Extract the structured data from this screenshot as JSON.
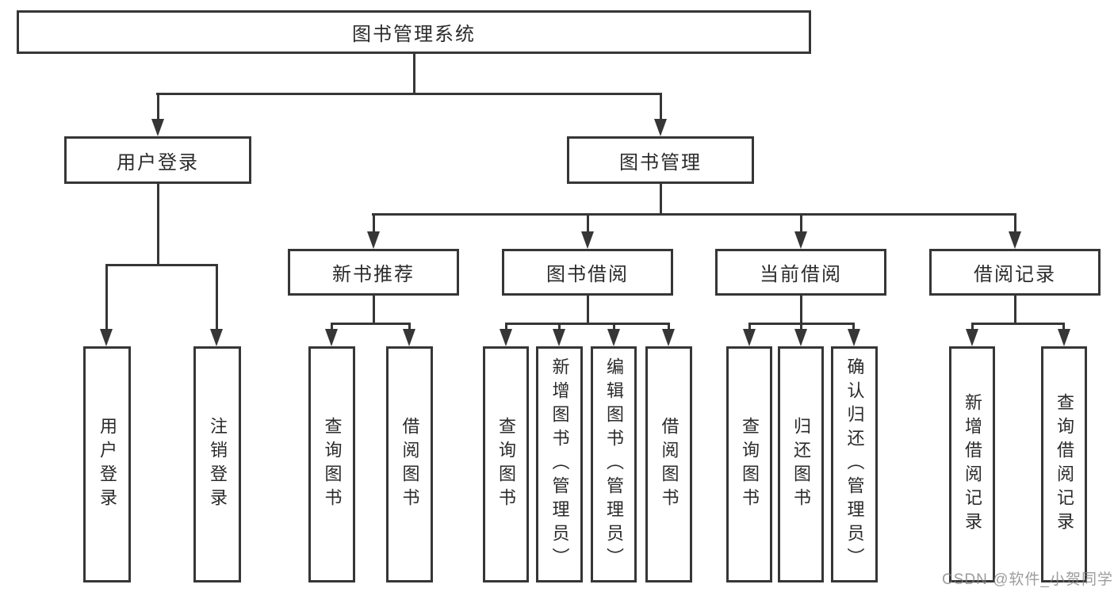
{
  "diagram": {
    "root": {
      "label": "图书管理系统"
    },
    "level2": [
      {
        "label": "用户登录"
      },
      {
        "label": "图书管理"
      }
    ],
    "user_children": [
      {
        "label": "用户登录"
      },
      {
        "label": "注销登录"
      }
    ],
    "level3": [
      {
        "label": "新书推荐"
      },
      {
        "label": "图书借阅"
      },
      {
        "label": "当前借阅"
      },
      {
        "label": "借阅记录"
      }
    ],
    "leaves": {
      "new_book": [
        {
          "label": "查询图书"
        },
        {
          "label": "借阅图书"
        }
      ],
      "borrow": [
        {
          "label": "查询图书"
        },
        {
          "label": "新增图书（管理员）"
        },
        {
          "label": "编辑图书（管理员）"
        },
        {
          "label": "借阅图书"
        }
      ],
      "current": [
        {
          "label": "查询图书"
        },
        {
          "label": "归还图书"
        },
        {
          "label": "确认归还（管理员）"
        }
      ],
      "records": [
        {
          "label": "新增借阅记录"
        },
        {
          "label": "查询借阅记录"
        }
      ]
    }
  },
  "watermark": {
    "text": "CSDN @软件_小贺同学"
  },
  "colors": {
    "line": "#363636",
    "text": "#2b2b2b",
    "background": "#ffffff",
    "watermark": "#828282"
  }
}
